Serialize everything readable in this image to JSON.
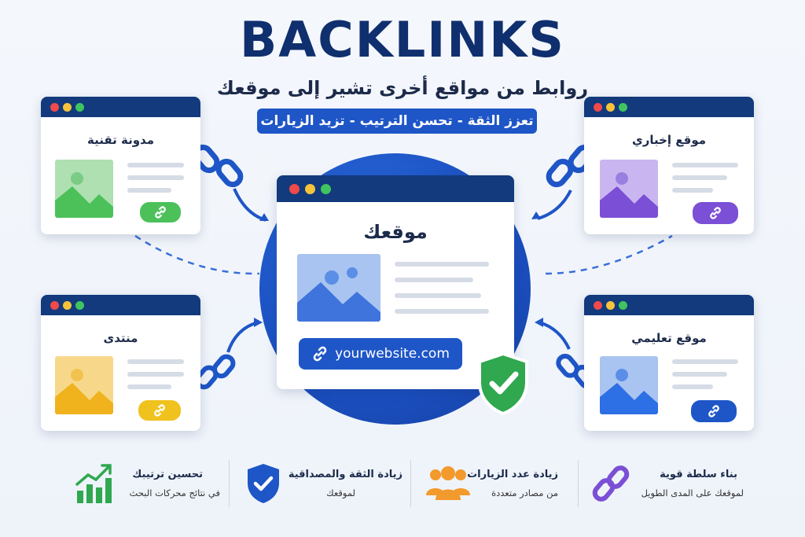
{
  "header": {
    "title": "BACKLINKS",
    "subtitle": "روابط من مواقع أخرى تشير إلى موقعك",
    "tagline": "تعزز الثقة - تحسن الترتيب - تزيد الزيارات"
  },
  "center_card": {
    "title": "موقعك",
    "url": "yourwebsite.com"
  },
  "cards": [
    {
      "title": "مدونة تقنية",
      "color": "#4cc15a"
    },
    {
      "title": "موقع إخباري",
      "color": "#7b4fd6"
    },
    {
      "title": "منتدى",
      "color": "#f0b21d"
    },
    {
      "title": "موقع تعليمي",
      "color": "#2d6fe4"
    }
  ],
  "features": [
    {
      "title": "تحسين ترتيبك",
      "subtitle": "في نتائج محركات البحث",
      "icon": "growth-chart-icon"
    },
    {
      "title": "زيادة الثقة والمصداقية",
      "subtitle": "لموقعك",
      "icon": "shield-check-icon"
    },
    {
      "title": "زيادة عدد الزيارات",
      "subtitle": "من مصادر متعددة",
      "icon": "users-icon"
    },
    {
      "title": "بناء سلطة قوية",
      "subtitle": "لموقعك على المدى الطويل",
      "icon": "chain-link-icon"
    }
  ]
}
